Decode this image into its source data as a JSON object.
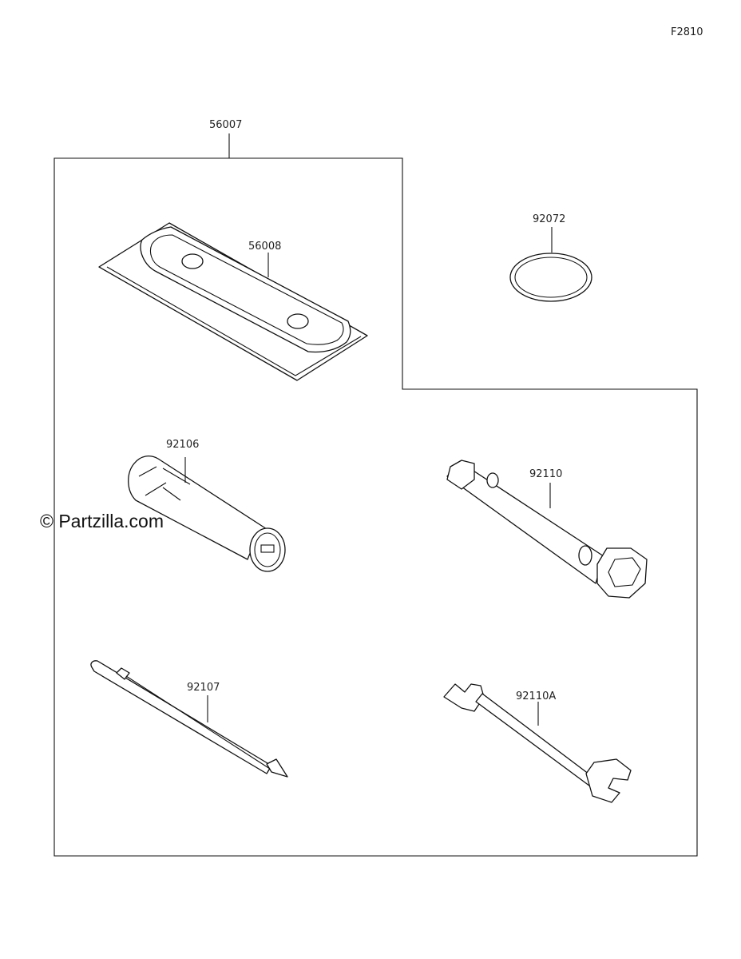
{
  "figure_code": "F2810",
  "watermark": "© Partzilla.com",
  "callouts": {
    "tool_kit": "56007",
    "tool_bag": "56008",
    "o_ring": "92072",
    "handle": "92106",
    "box_wrench": "92110",
    "screwdriver": "92107",
    "open_wrench": "92110A"
  },
  "colors": {
    "line": "#111111",
    "background": "#ffffff"
  }
}
